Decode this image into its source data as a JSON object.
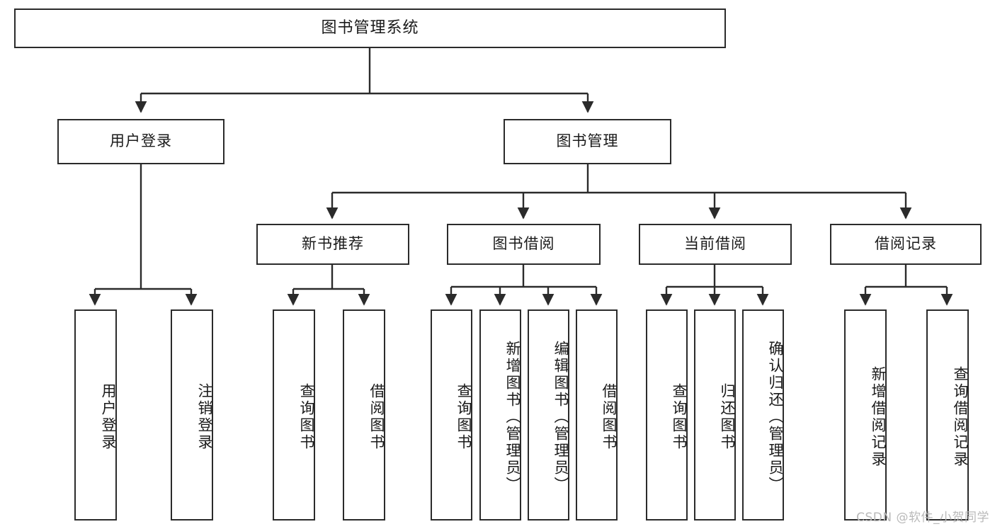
{
  "diagram": {
    "title": "图书管理系统",
    "type": "tree-hierarchy-flowchart",
    "root": {
      "label": "图书管理系统"
    },
    "level2": [
      {
        "label": "用户登录"
      },
      {
        "label": "图书管理"
      }
    ],
    "level3": [
      {
        "label": "新书推荐"
      },
      {
        "label": "图书借阅"
      },
      {
        "label": "当前借阅"
      },
      {
        "label": "借阅记录"
      }
    ],
    "leaves": {
      "user_login": [
        {
          "label": "用户登录"
        },
        {
          "label": "注销登录"
        }
      ],
      "new_book_recommend": [
        {
          "label": "查询图书"
        },
        {
          "label": "借阅图书"
        }
      ],
      "book_borrow": [
        {
          "label": "查询图书"
        },
        {
          "label": "新增图书（管理员）"
        },
        {
          "label": "编辑图书（管理员）"
        },
        {
          "label": "借阅图书"
        }
      ],
      "current_borrow": [
        {
          "label": "查询图书"
        },
        {
          "label": "归还图书"
        },
        {
          "label": "确认归还（管理员）"
        }
      ],
      "borrow_record": [
        {
          "label": "新增借阅记录"
        },
        {
          "label": "查询借阅记录"
        }
      ]
    }
  },
  "watermark": {
    "text": "CSDN @软件_小贺同学"
  },
  "colors": {
    "stroke": "#2b2b2b",
    "fill": "#ffffff",
    "text": "#1a1a1a",
    "watermark": "#b9b9b9"
  }
}
